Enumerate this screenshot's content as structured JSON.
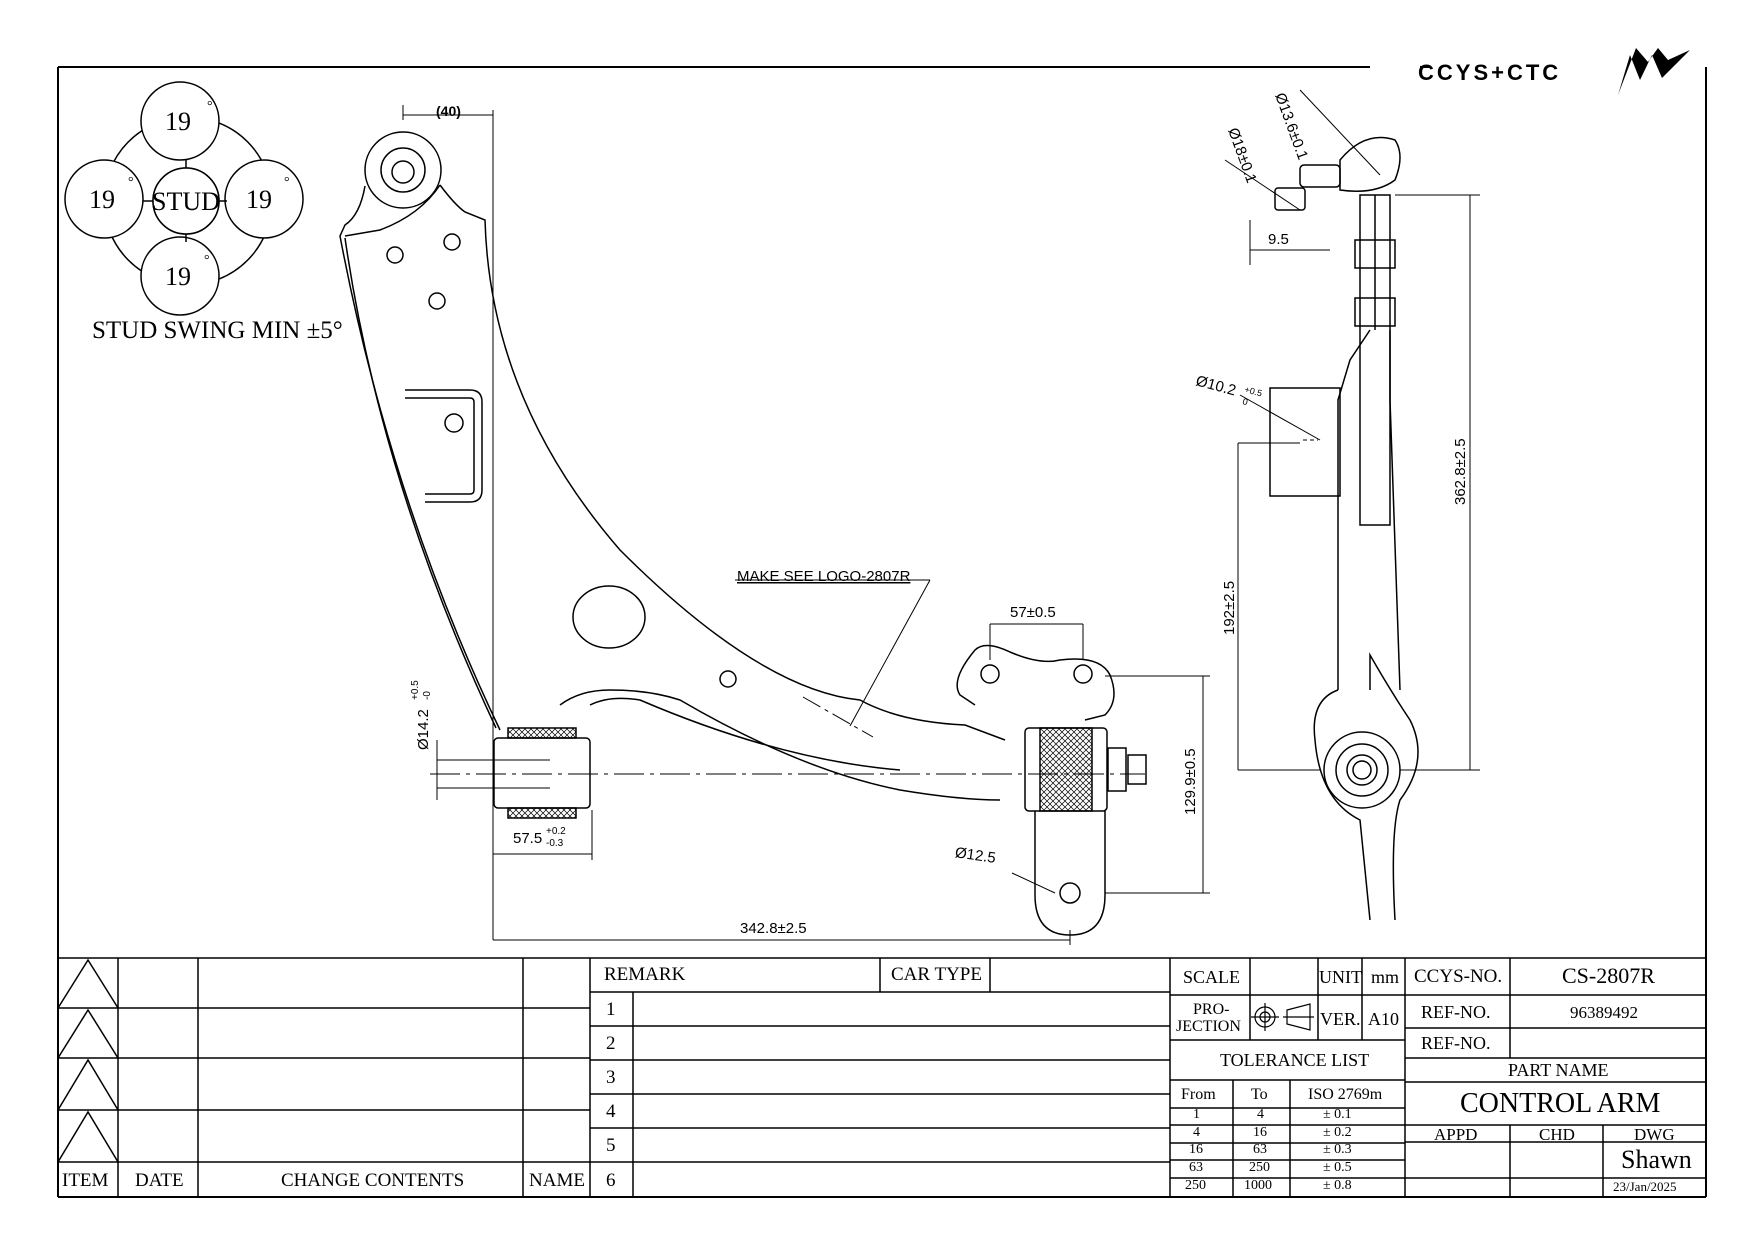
{
  "brand": {
    "logo_text": "CCYS+CTC"
  },
  "stud_diagram": {
    "center": "STUD",
    "top": "19",
    "left": "19",
    "right": "19",
    "bottom": "19",
    "degree_mark": "°",
    "caption": "STUD SWING MIN ±5°"
  },
  "dimensions": {
    "top_40": "(40)",
    "make_note": "MAKE SEE LOGO-2807R",
    "d57": "57±0.5",
    "d14_main": "Ø14.2",
    "d14_tol_up": "+0.5",
    "d14_tol_dn": "-0",
    "d575_main": "57.5",
    "d575_tol_up": "+0.2",
    "d575_tol_dn": "-0.3",
    "d125": "Ø12.5",
    "d1299": "129.9±0.5",
    "d3428": "342.8±2.5",
    "d136": "Ø13.6±0.1",
    "d18": "Ø18±0.1",
    "d95": "9.5",
    "d102_main": "Ø10.2",
    "d102_tol_up": "+0.5",
    "d102_tol_dn": "0",
    "d3628": "362.8±2.5",
    "d192": "192±2.5"
  },
  "revision_block": {
    "headers": {
      "item": "ITEM",
      "date": "DATE",
      "change": "CHANGE CONTENTS",
      "name": "NAME"
    }
  },
  "remark_block": {
    "remark": "REMARK",
    "car_type": "CAR TYPE",
    "rows": [
      "1",
      "2",
      "3",
      "4",
      "5",
      "6"
    ]
  },
  "spec_block": {
    "scale_label": "SCALE",
    "unit_label": "UNIT",
    "unit_value": "mm",
    "projection_label_1": "PRO-",
    "projection_label_2": "JECTION",
    "ver_label": "VER.",
    "ver_value": "A10",
    "tolerance_title": "TOLERANCE LIST",
    "tol_headers": {
      "from": "From",
      "to": "To",
      "iso": "ISO 2769m"
    },
    "tolerances": [
      {
        "from": "1",
        "to": "4",
        "tol": "± 0.1"
      },
      {
        "from": "4",
        "to": "16",
        "tol": "± 0.2"
      },
      {
        "from": "16",
        "to": "63",
        "tol": "± 0.3"
      },
      {
        "from": "63",
        "to": "250",
        "tol": "± 0.5"
      },
      {
        "from": "250",
        "to": "1000",
        "tol": "± 0.8"
      }
    ]
  },
  "title_block": {
    "ccys_label": "CCYS-NO.",
    "ccys_value": "CS-2807R",
    "ref_label_1": "REF-NO.",
    "ref_value_1": "96389492",
    "ref_label_2": "REF-NO.",
    "ref_value_2": "",
    "part_name_label": "PART NAME",
    "part_name": "CONTROL ARM",
    "appd_label": "APPD",
    "chd_label": "CHD",
    "dwg_label": "DWG",
    "drawer": "Shawn",
    "date": "23/Jan/2025"
  }
}
